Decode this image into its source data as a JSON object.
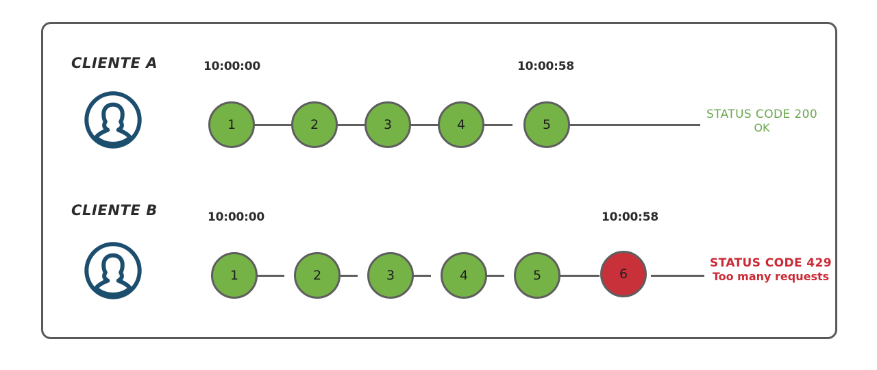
{
  "diagram": {
    "title_semantics": "rate-limiting-request-timeline",
    "panel_border_color": "#595959",
    "background_color": "#ffffff",
    "node_green_color": "#76b347",
    "node_red_color": "#c8313a",
    "node_stroke_color": "#5e5e5e",
    "connector_color": "#5e5e5e",
    "avatar_color": "#1c4e6e",
    "status_ok_color": "#6aa84f",
    "status_error_color": "#cc2936"
  },
  "rows": [
    {
      "id": "client-a",
      "label": "CLIENTE A",
      "avatar_icon": "user-avatar-icon",
      "start_time": "10:00:00",
      "end_time": "10:00:58",
      "nodes": [
        {
          "value": "1",
          "state": "ok"
        },
        {
          "value": "2",
          "state": "ok"
        },
        {
          "value": "3",
          "state": "ok"
        },
        {
          "value": "4",
          "state": "ok"
        },
        {
          "value": "5",
          "state": "ok"
        }
      ],
      "status": {
        "line1": "STATUS CODE 200",
        "line2": "OK",
        "state": "ok"
      }
    },
    {
      "id": "client-b",
      "label": "CLIENTE B",
      "avatar_icon": "user-avatar-icon",
      "start_time": "10:00:00",
      "end_time": "10:00:58",
      "nodes": [
        {
          "value": "1",
          "state": "ok"
        },
        {
          "value": "2",
          "state": "ok"
        },
        {
          "value": "3",
          "state": "ok"
        },
        {
          "value": "4",
          "state": "ok"
        },
        {
          "value": "5",
          "state": "ok"
        },
        {
          "value": "6",
          "state": "error"
        }
      ],
      "status": {
        "line1": "STATUS CODE 429",
        "line2": "Too many requests",
        "state": "error"
      }
    }
  ]
}
